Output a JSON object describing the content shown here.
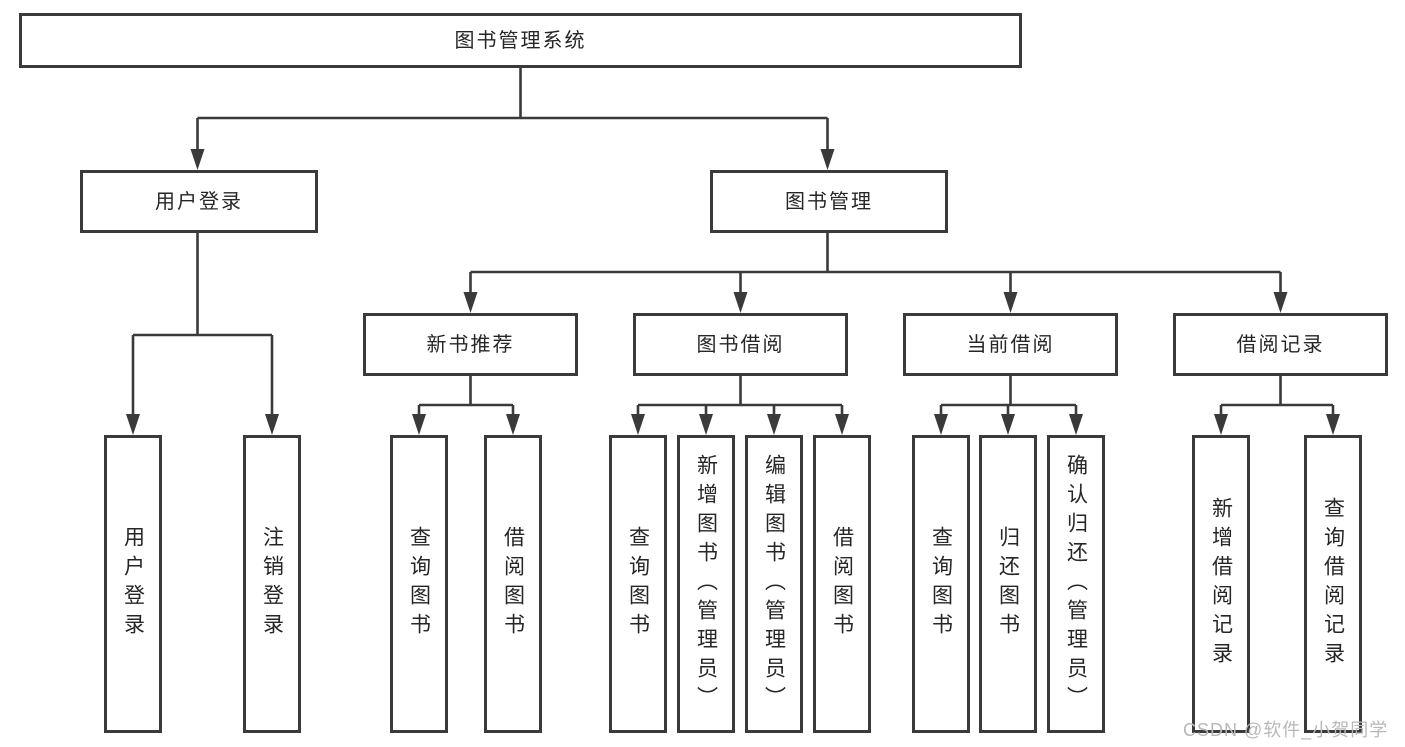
{
  "diagram": {
    "root": "图书管理系统",
    "level2": {
      "user_login": "用户登录",
      "book_management": "图书管理"
    },
    "level3": {
      "new_books": "新书推荐",
      "borrowing": "图书借阅",
      "current": "当前借阅",
      "records": "借阅记录"
    },
    "leaves": {
      "login_group": [
        "用户登录",
        "注销登录"
      ],
      "new_books_group": [
        "查询图书",
        "借阅图书"
      ],
      "borrowing_group": [
        "查询图书",
        "新增图书（管理员）",
        "编辑图书（管理员）",
        "借阅图书"
      ],
      "current_group": [
        "查询图书",
        "归还图书",
        "确认归还（管理员）"
      ],
      "records_group": [
        "新增借阅记录",
        "查询借阅记录"
      ]
    }
  },
  "watermark": "CSDN @软件_小贺同学",
  "colors": {
    "line": "#3a3a3a",
    "text": "#262626",
    "watermark": "#b8b8b8",
    "background": "#ffffff"
  }
}
